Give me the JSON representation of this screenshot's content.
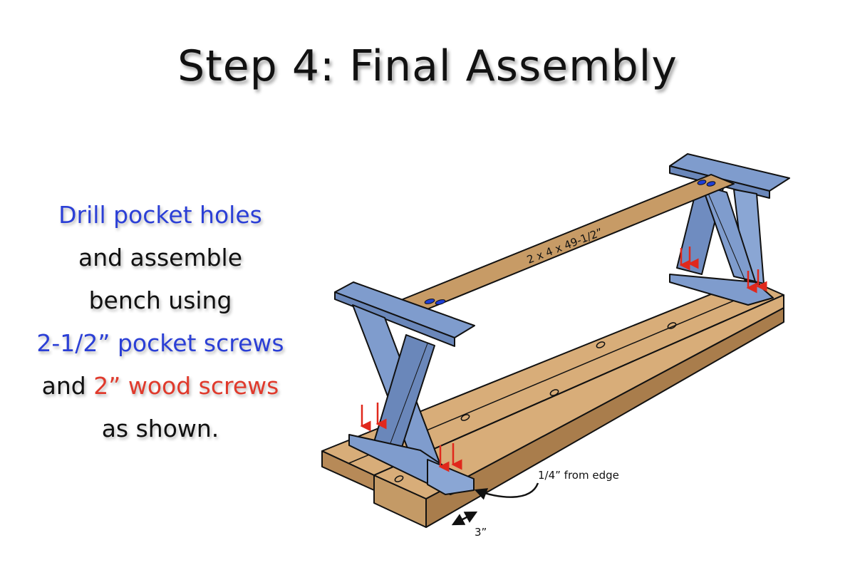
{
  "title": "Step 4: Final Assembly",
  "instructions": {
    "line1_blue": "Drill pocket holes",
    "line2": "and assemble",
    "line3": "bench using",
    "line4_blue": "2-1/2” pocket screws",
    "line5_and": "and",
    "line5_red": "2” wood screws",
    "line6": "as shown."
  },
  "diagram": {
    "stretcher_label": "2 x 4 x 49-1/2”",
    "edge_note": "1/4” from edge",
    "offset_label": "3”"
  },
  "colors": {
    "wood": "#d8ad79",
    "legs": "#7f9ccd",
    "pocket_hole": "#1f3fd6",
    "screw_arrow": "#e0281c"
  }
}
